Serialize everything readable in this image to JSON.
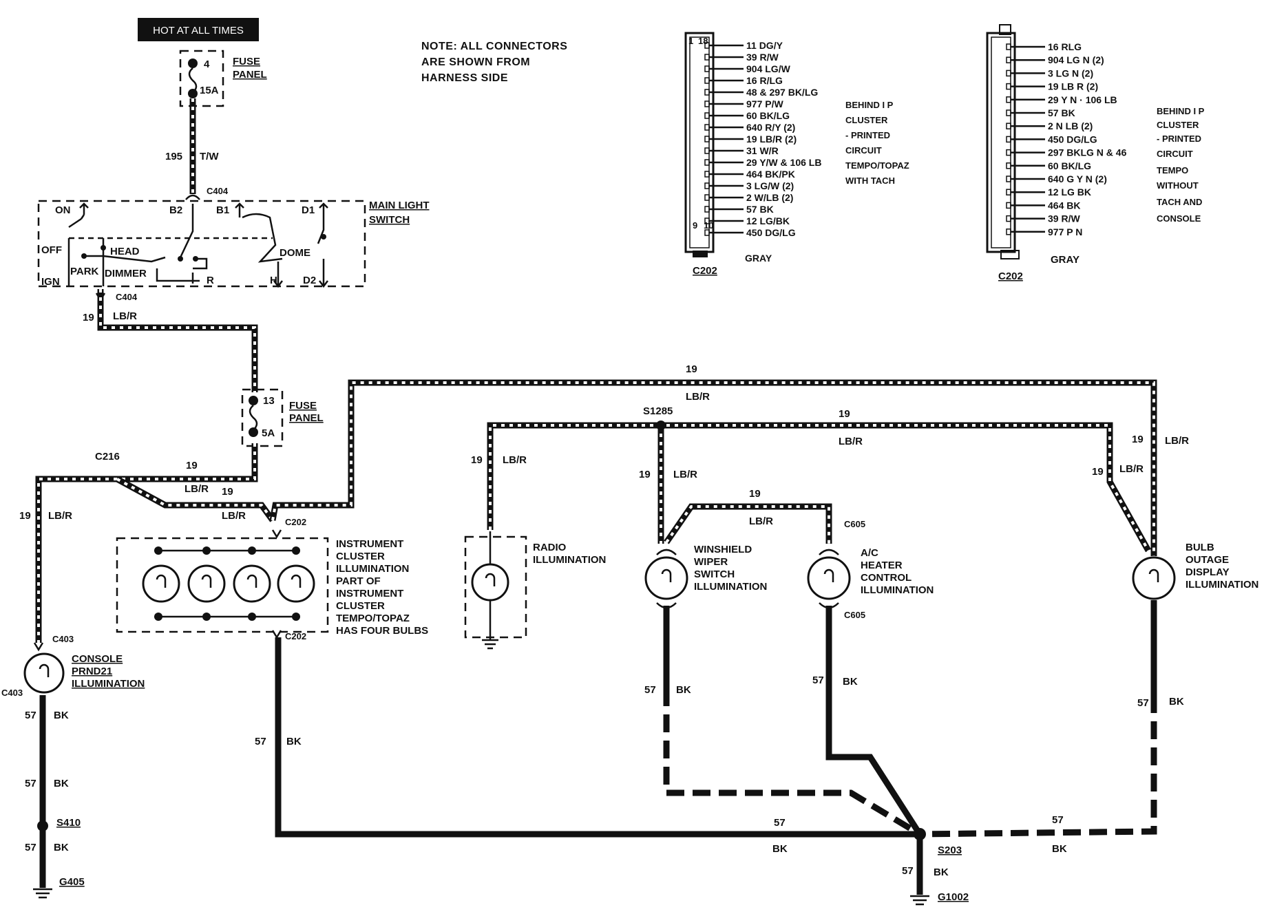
{
  "labels": {
    "hot": "HOT AT ALL TIMES",
    "note": [
      "NOTE: ALL CONNECTORS",
      "ARE SHOWN FROM",
      "HARNESS SIDE"
    ],
    "fuse_panel": [
      "FUSE",
      "PANEL"
    ],
    "fuse4_num": "4",
    "fuse4_amp": "15A",
    "fuse13_num": "13",
    "fuse13_amp": "5A",
    "wire195": "195",
    "wire195_color": "T/W",
    "main_switch": [
      "MAIN LIGHT",
      "SWITCH"
    ],
    "sw_on": "ON",
    "sw_off": "OFF",
    "sw_ign": "IGN",
    "sw_park": "PARK",
    "sw_head": "HEAD",
    "sw_dimmer": "DIMMER",
    "sw_dome": "DOME",
    "sw_b2": "B2",
    "sw_b1": "B1",
    "sw_d1": "D1",
    "sw_d2": "D2",
    "sw_h": "H",
    "sw_r": "R",
    "c404": "C404",
    "c216": "C216",
    "c202": "C202",
    "c403": "C403",
    "c605": "C605",
    "s1285": "S1285",
    "s410": "S410",
    "s203": "S203",
    "g405": "G405",
    "g1002": "G1002",
    "w19": "19",
    "lbr": "LB/R",
    "w57": "57",
    "bk": "BK",
    "gray": "GRAY",
    "instrument": [
      "INSTRUMENT",
      "CLUSTER",
      "ILLUMINATION",
      "PART  OF",
      "INSTRUMENT",
      "CLUSTER",
      "TEMPO/TOPAZ",
      "HAS FOUR BULBS"
    ],
    "radio": [
      "RADIO",
      "ILLUMINATION"
    ],
    "wiper": [
      "WINSHIELD",
      "WIPER",
      "SWITCH",
      "ILLUMINATION"
    ],
    "heater": [
      "A/C",
      "HEATER",
      "CONTROL",
      "ILLUMINATION"
    ],
    "bulb_outage": [
      "BULB",
      "OUTAGE",
      "DISPLAY",
      "ILLUMINATION"
    ],
    "console": [
      "CONSOLE",
      "PRND21",
      "ILLUMINATION"
    ]
  },
  "connector_left": {
    "pins": [
      "11 DG/Y",
      "39 R/W",
      "904 LG/W",
      "16 R/LG",
      "48 & 297 BK/LG",
      "977 P/W",
      "60 BK/LG",
      "640 R/Y (2)",
      "19 LB/R (2)",
      "31 W/R",
      "29 Y/W & 106 LB",
      "464 BK/PK",
      "3  LG/W (2)",
      "2  W/LB (2)",
      "57 BK",
      "12 LG/BK",
      "450 DG/LG"
    ],
    "pin_top": [
      "1",
      "18"
    ],
    "pin_bot": [
      "9",
      "10"
    ],
    "note": [
      "BEHIND I P",
      "CLUSTER",
      "- PRINTED",
      "CIRCUIT",
      "TEMPO/TOPAZ",
      "WITH TACH"
    ]
  },
  "connector_right": {
    "pins": [
      "16 RLG",
      "904 LG N (2)",
      "3 LG N (2)",
      "19 LB R (2)",
      "29 Y N · 106 LB",
      "57 BK",
      "2 N LB (2)",
      "450 DG/LG",
      "297 BKLG N & 46",
      "60 BK/LG",
      "640 G Y N (2)",
      "12 LG BK",
      "464 BK",
      "39  R/W",
      "977 P N"
    ],
    "note": [
      "BEHIND I P",
      "CLUSTER",
      "- PRINTED",
      "CIRCUIT",
      "TEMPO",
      "WITHOUT",
      "TACH AND",
      "CONSOLE"
    ]
  }
}
